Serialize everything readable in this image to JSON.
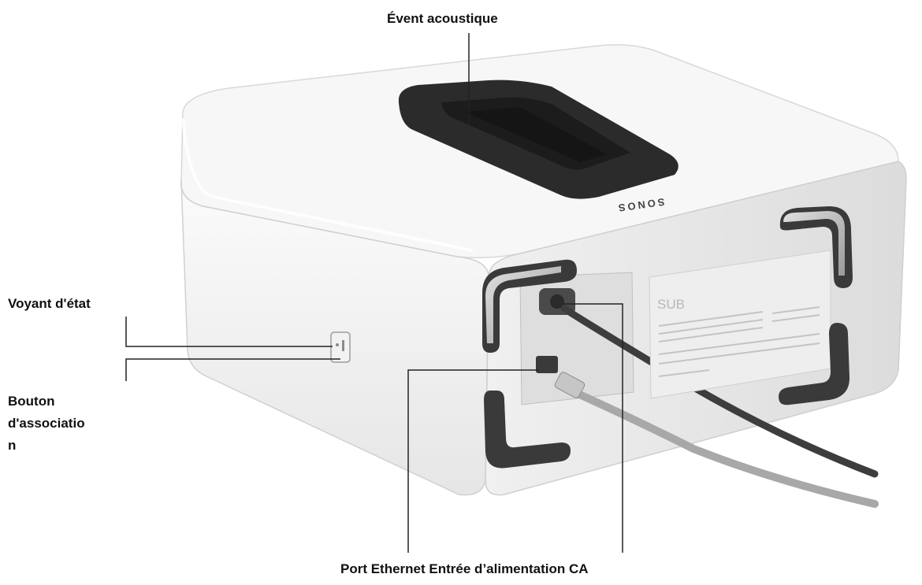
{
  "labels": {
    "acoustic_vent": "Évent acoustique",
    "status_light": "Voyant d'état",
    "join_button": [
      "Bouton",
      "d'associatio",
      "n"
    ],
    "ethernet_port": "Port Ethernet",
    "ac_power_input": "Entrée d’alimentation CA"
  },
  "device": {
    "brand": "SONOS",
    "model": "SUB"
  },
  "colors": {
    "body": "#f4f4f4",
    "vent": "#2b2b2b",
    "feet": "#3a3a3a",
    "leader_lines": "#222222"
  }
}
